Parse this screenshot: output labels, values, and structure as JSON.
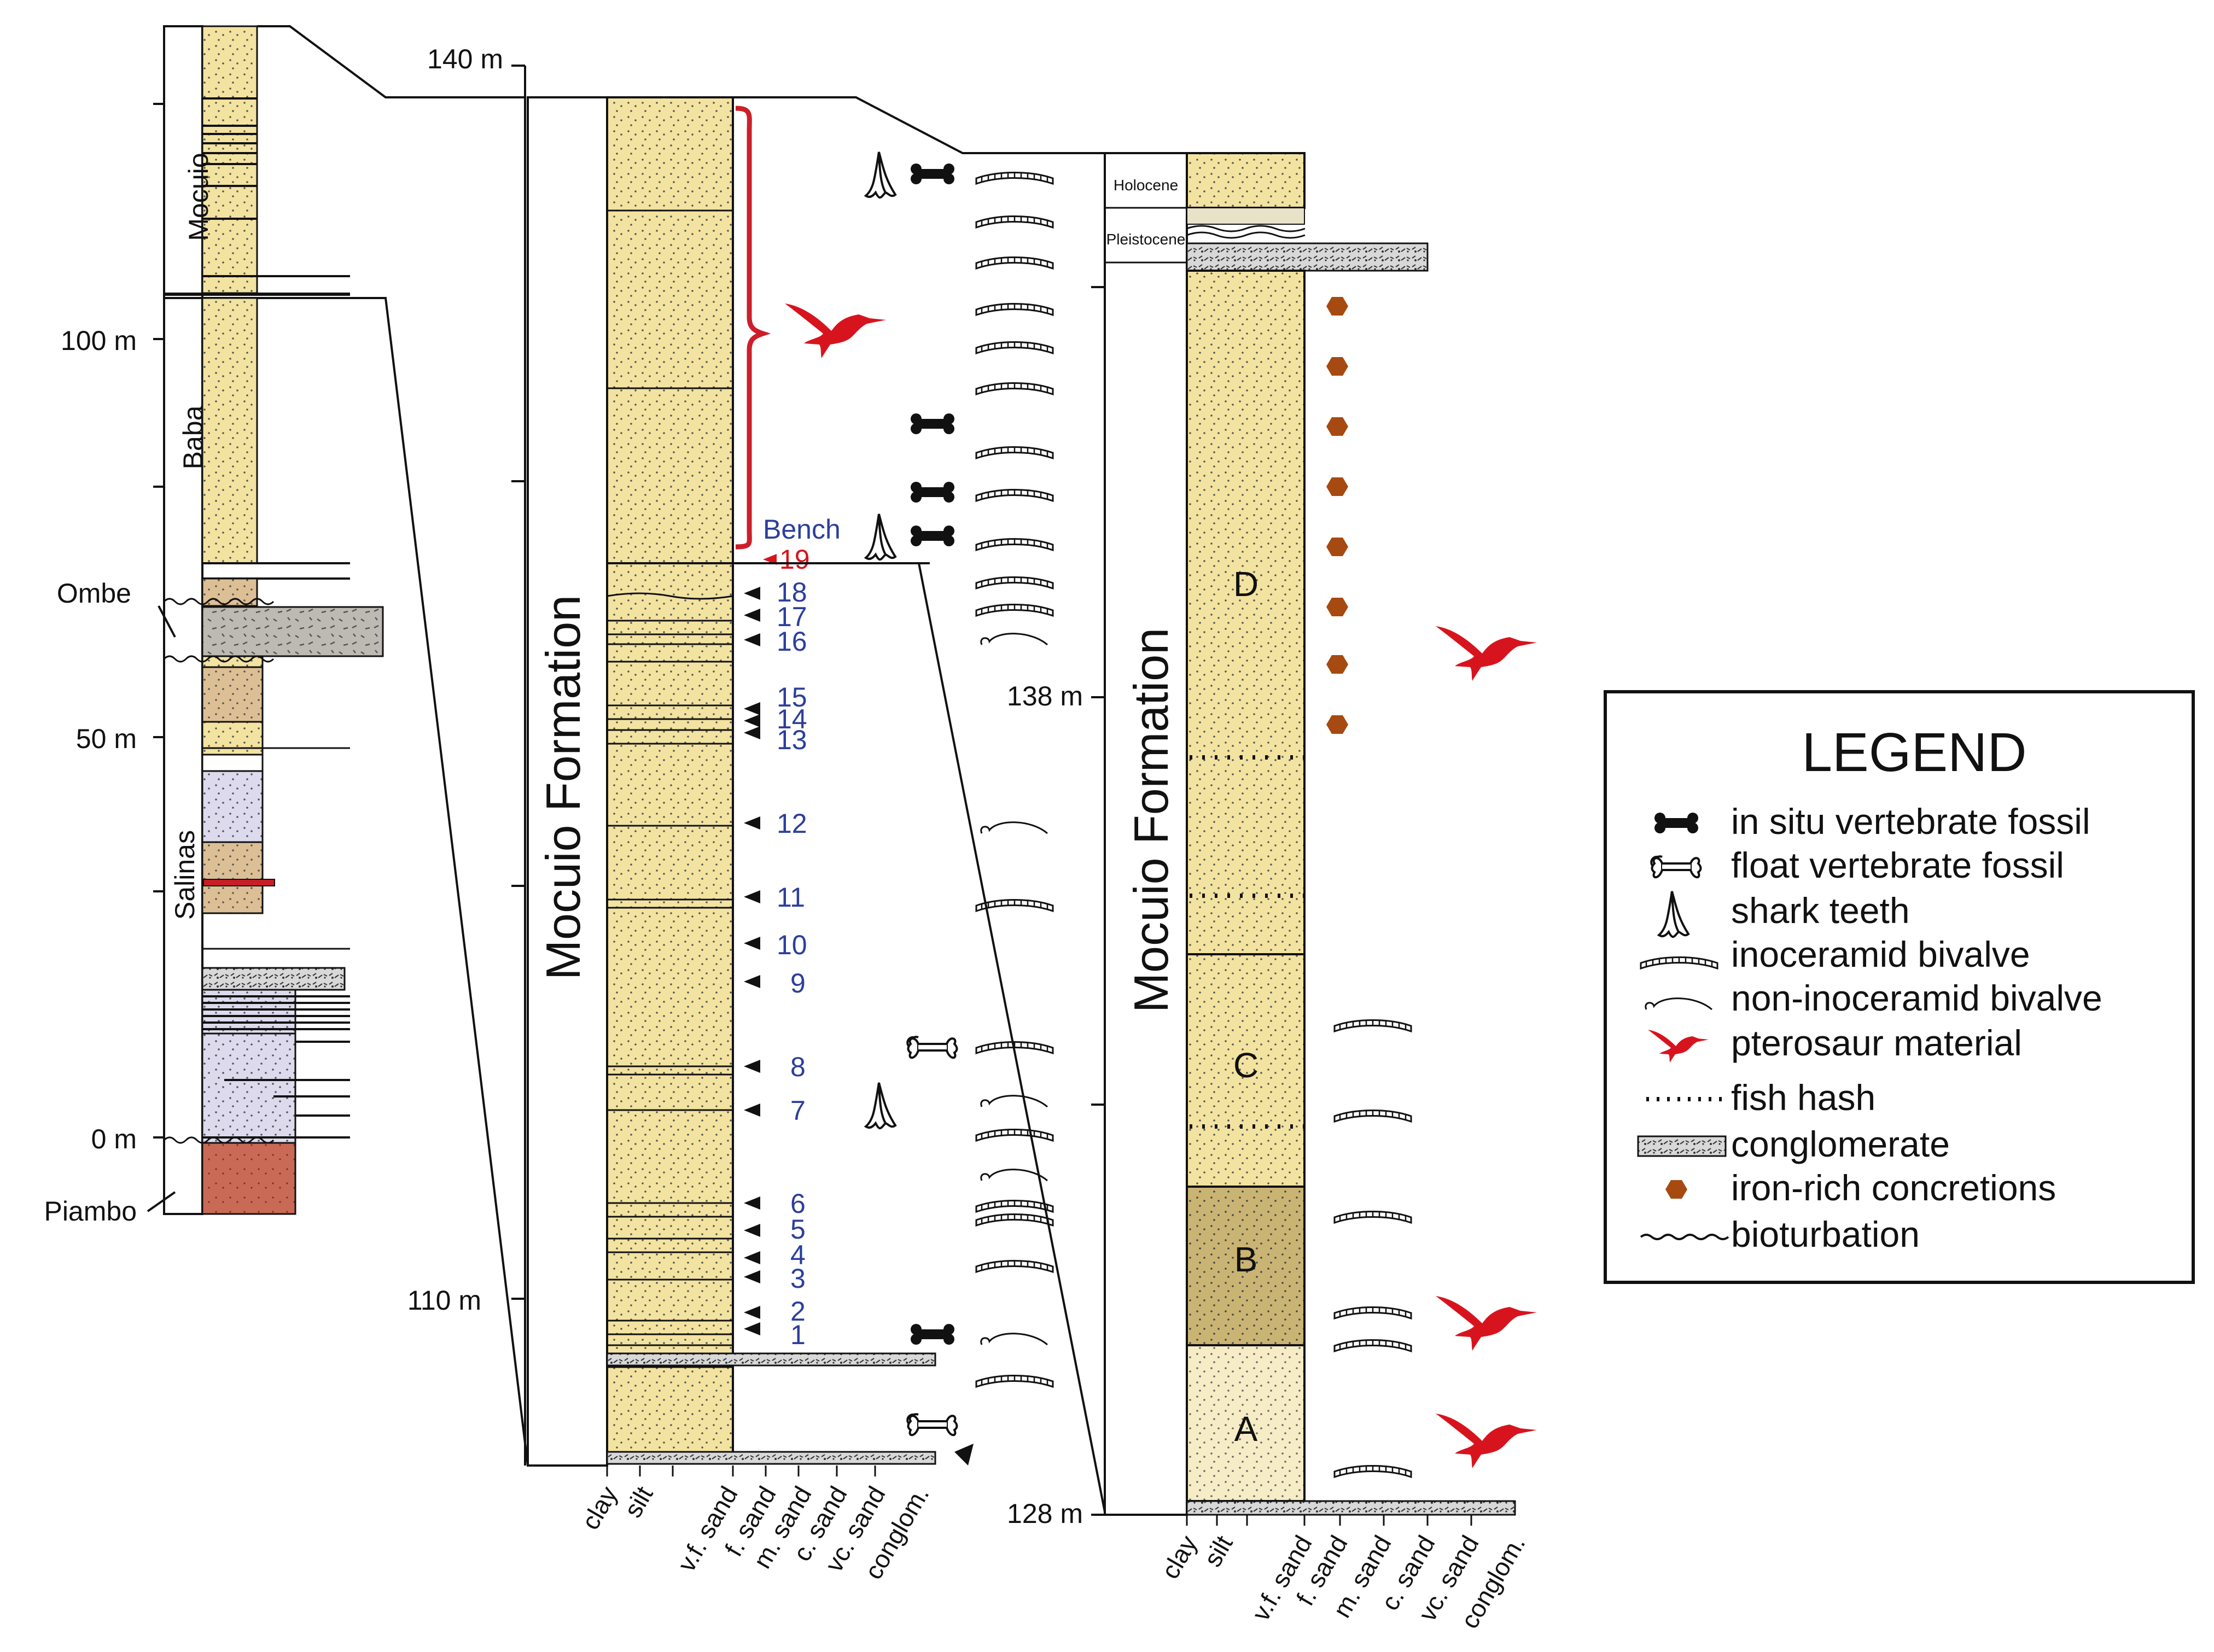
{
  "overview_column": {
    "formations": [
      "Mocuio",
      "Baba",
      "Ombe",
      "Salinas",
      "Piambo"
    ],
    "scale_labels": [
      "100 m",
      "50 m",
      "0 m"
    ]
  },
  "middle_column": {
    "formation_label": "Mocuio Formation",
    "scale_top": "140 m",
    "scale_bottom": "110 m",
    "bench_label": "Bench",
    "bench_number": "19",
    "sample_numbers": [
      "18",
      "17",
      "16",
      "15",
      "14",
      "13",
      "12",
      "11",
      "10",
      "9",
      "8",
      "7",
      "6",
      "5",
      "4",
      "3",
      "2",
      "1"
    ],
    "grain_sizes": [
      "clay",
      "silt",
      "v.f. sand",
      "f. sand",
      "m. sand",
      "c. sand",
      "vc. sand",
      "conglom."
    ]
  },
  "right_column": {
    "formation_label": "Mocuio Formation",
    "scale_top": "138 m",
    "scale_bottom": "128 m",
    "units": [
      "D",
      "C",
      "B",
      "A"
    ],
    "epochs": [
      "Holocene",
      "Pleistocene"
    ],
    "grain_sizes": [
      "clay",
      "silt",
      "v.f. sand",
      "f. sand",
      "m. sand",
      "c. sand",
      "vc. sand",
      "conglom."
    ]
  },
  "legend": {
    "title": "LEGEND",
    "items": [
      {
        "icon": "in-situ-bone-icon",
        "label": "in situ vertebrate fossil"
      },
      {
        "icon": "float-bone-icon",
        "label": "float vertebrate fossil"
      },
      {
        "icon": "shark-tooth-icon",
        "label": "shark teeth"
      },
      {
        "icon": "inoceramid-icon",
        "label": "inoceramid bivalve"
      },
      {
        "icon": "non-inoceramid-icon",
        "label": "non-inoceramid bivalve"
      },
      {
        "icon": "pterosaur-icon",
        "label": "pterosaur material"
      },
      {
        "icon": "fish-hash-icon",
        "label": "fish hash"
      },
      {
        "icon": "conglomerate-icon",
        "label": "conglomerate"
      },
      {
        "icon": "iron-concretion-icon",
        "label": "iron-rich concretions"
      },
      {
        "icon": "bioturbation-icon",
        "label": "bioturbation"
      }
    ]
  },
  "colors": {
    "sand": "#f3e3a0",
    "sand_dark": "#c9b474",
    "sand_light": "#f6ecc6",
    "tan": "#ddbf95",
    "lavender": "#dcdaec",
    "red_clay": "#c96a56",
    "grey": "#bdbab4",
    "pterosaur": "#d7141e",
    "concretion": "#a64a12",
    "blue": "#2b3f9b",
    "bracket": "#cc1f2a"
  }
}
